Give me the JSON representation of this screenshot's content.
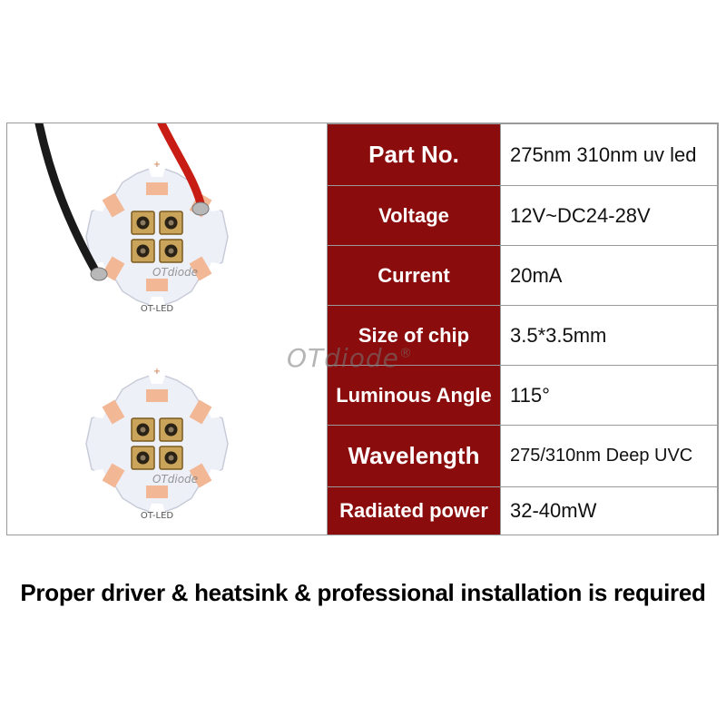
{
  "specs": [
    {
      "label": "Part No.",
      "value": "275nm 310nm uv led"
    },
    {
      "label": "Voltage",
      "value": "12V~DC24-28V"
    },
    {
      "label": "Current",
      "value": "20mA"
    },
    {
      "label": "Size of chip",
      "value": "3.5*3.5mm"
    },
    {
      "label": "Luminous Angle",
      "value": "115°"
    },
    {
      "label": "Wavelength",
      "value": "275/310nm Deep UVC"
    },
    {
      "label": "Radiated power",
      "value": "32-40mW"
    }
  ],
  "board": {
    "silk_text": "OT-LED",
    "plus_mark": "+",
    "logo_text": "OTdiode"
  },
  "watermark": {
    "text": "OTdiode",
    "mark": "®"
  },
  "notice": "Proper driver & heatsink & professional installation is required",
  "colors": {
    "label_bg": "#8b0c0c",
    "board_white": "#eef0f8",
    "pad_copper": "#f2b896",
    "chip_gold": "#c9a45a",
    "wire_red": "#c81d14",
    "wire_black": "#1a1a1a"
  }
}
